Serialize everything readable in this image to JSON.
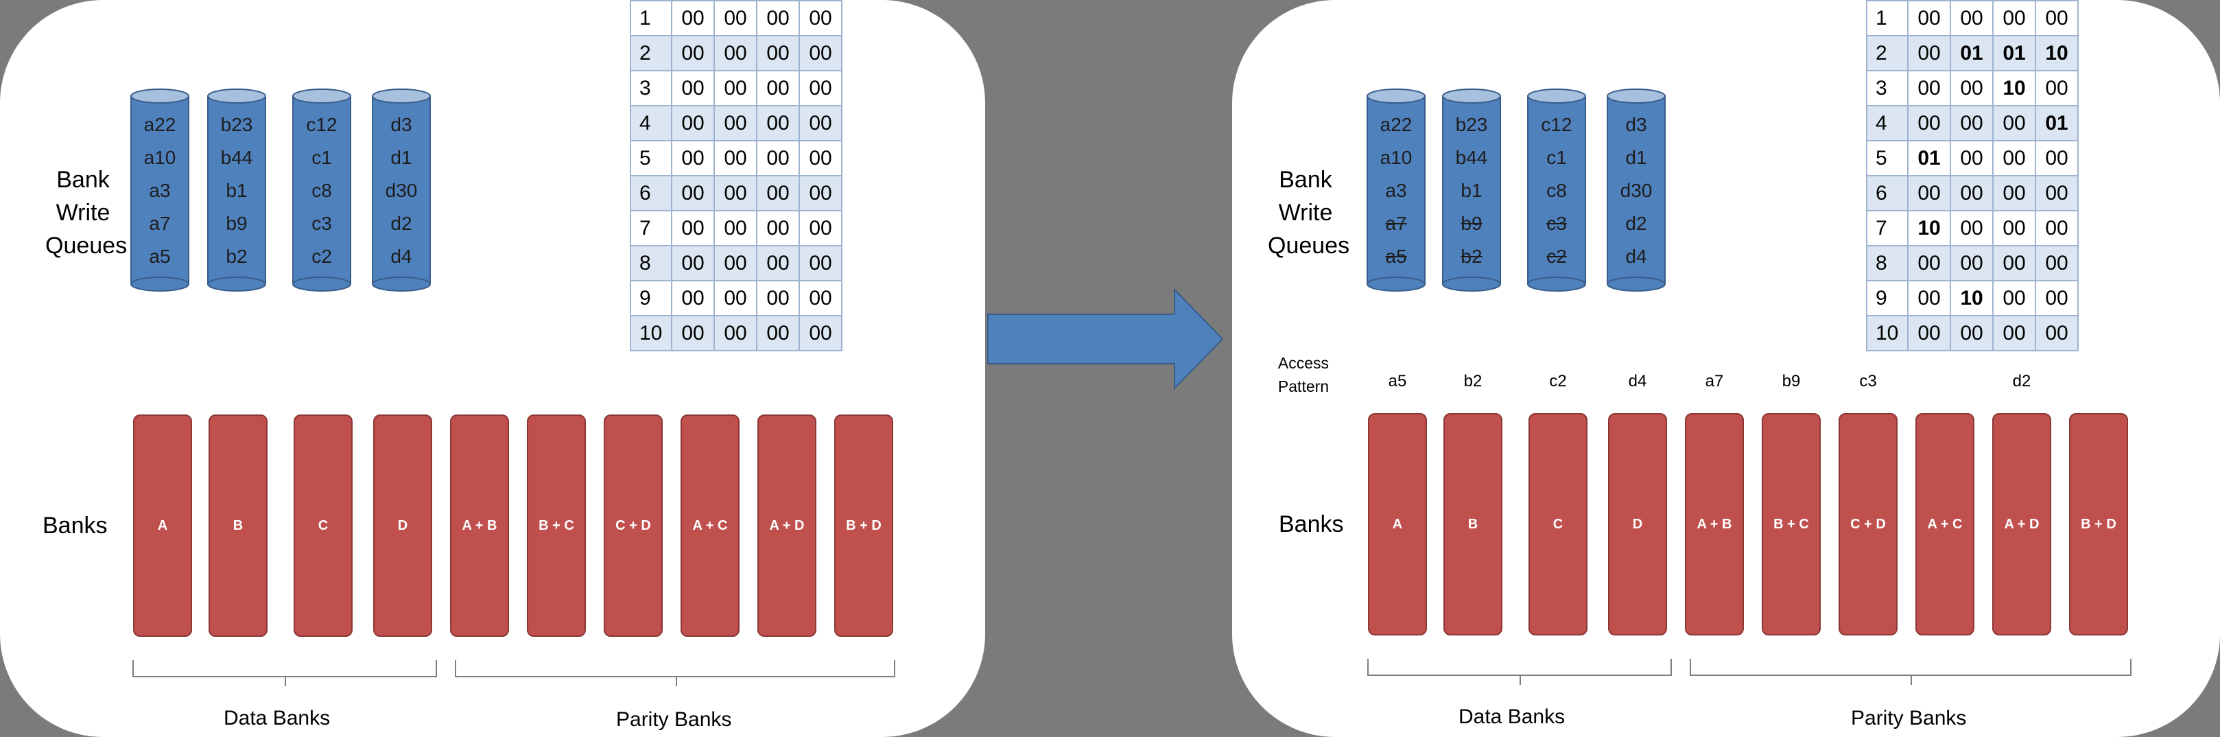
{
  "before": {
    "queues_label": [
      "Bank",
      "Write",
      "Queues"
    ],
    "queues": [
      [
        "a22",
        "a10",
        "a3",
        "a7",
        "a5"
      ],
      [
        "b23",
        "b44",
        "b1",
        "b9",
        "b2"
      ],
      [
        "c12",
        "c1",
        "c8",
        "c3",
        "c2"
      ],
      [
        "d3",
        "d1",
        "d30",
        "d2",
        "d4"
      ]
    ],
    "table": [
      [
        "1",
        "00",
        "00",
        "00",
        "00"
      ],
      [
        "2",
        "00",
        "00",
        "00",
        "00"
      ],
      [
        "3",
        "00",
        "00",
        "00",
        "00"
      ],
      [
        "4",
        "00",
        "00",
        "00",
        "00"
      ],
      [
        "5",
        "00",
        "00",
        "00",
        "00"
      ],
      [
        "6",
        "00",
        "00",
        "00",
        "00"
      ],
      [
        "7",
        "00",
        "00",
        "00",
        "00"
      ],
      [
        "8",
        "00",
        "00",
        "00",
        "00"
      ],
      [
        "9",
        "00",
        "00",
        "00",
        "00"
      ],
      [
        "10",
        "00",
        "00",
        "00",
        "00"
      ]
    ],
    "banks_label": "Banks",
    "banks": [
      "A",
      "B",
      "C",
      "D",
      "A + B",
      "B + C",
      "C + D",
      "A + C",
      "A + D",
      "B + D"
    ],
    "data_banks_label": "Data Banks",
    "parity_banks_label": "Parity Banks"
  },
  "after": {
    "queues_label": [
      "Bank",
      "Write",
      "Queues"
    ],
    "queues": [
      [
        "a22",
        "a10",
        "a3",
        "a7",
        "a5"
      ],
      [
        "b23",
        "b44",
        "b1",
        "b9",
        "b2"
      ],
      [
        "c12",
        "c1",
        "c8",
        "c3",
        "c2"
      ],
      [
        "d3",
        "d1",
        "d30",
        "d2",
        "d4"
      ]
    ],
    "struck_items": [
      "a7",
      "a5",
      "b9",
      "b2",
      "c3",
      "c2"
    ],
    "table": [
      [
        "1",
        "00",
        "00",
        "00",
        "00"
      ],
      [
        "2",
        "00",
        "01",
        "01",
        "10"
      ],
      [
        "3",
        "00",
        "00",
        "10",
        "00"
      ],
      [
        "4",
        "00",
        "00",
        "00",
        "01"
      ],
      [
        "5",
        "01",
        "00",
        "00",
        "00"
      ],
      [
        "6",
        "00",
        "00",
        "00",
        "00"
      ],
      [
        "7",
        "10",
        "00",
        "00",
        "00"
      ],
      [
        "8",
        "00",
        "00",
        "00",
        "00"
      ],
      [
        "9",
        "00",
        "10",
        "00",
        "00"
      ],
      [
        "10",
        "00",
        "00",
        "00",
        "00"
      ]
    ],
    "bold_cells": [
      [
        1,
        2
      ],
      [
        1,
        3
      ],
      [
        1,
        4
      ],
      [
        2,
        3
      ],
      [
        3,
        4
      ],
      [
        4,
        1
      ],
      [
        6,
        1
      ],
      [
        8,
        2
      ]
    ],
    "access_pattern_label": [
      "Access",
      "Pattern"
    ],
    "access_pattern": [
      "a5",
      "b2",
      "c2",
      "d4",
      "a7",
      "b9",
      "c3",
      "",
      "d2",
      ""
    ],
    "banks_label": "Banks",
    "banks": [
      "A",
      "B",
      "C",
      "D",
      "A + B",
      "B + C",
      "C + D",
      "A + C",
      "A + D",
      "B + D"
    ],
    "data_banks_label": "Data Banks",
    "parity_banks_label": "Parity Banks"
  },
  "colors": {
    "background": "#7b7b7b",
    "panel": "#ffffff",
    "queue_fill": "#4f81bd",
    "queue_top": "#a7c0de",
    "bank_fill": "#c0504d",
    "arrow_fill": "#4f81bd",
    "table_stripe": "#dce6f2"
  }
}
